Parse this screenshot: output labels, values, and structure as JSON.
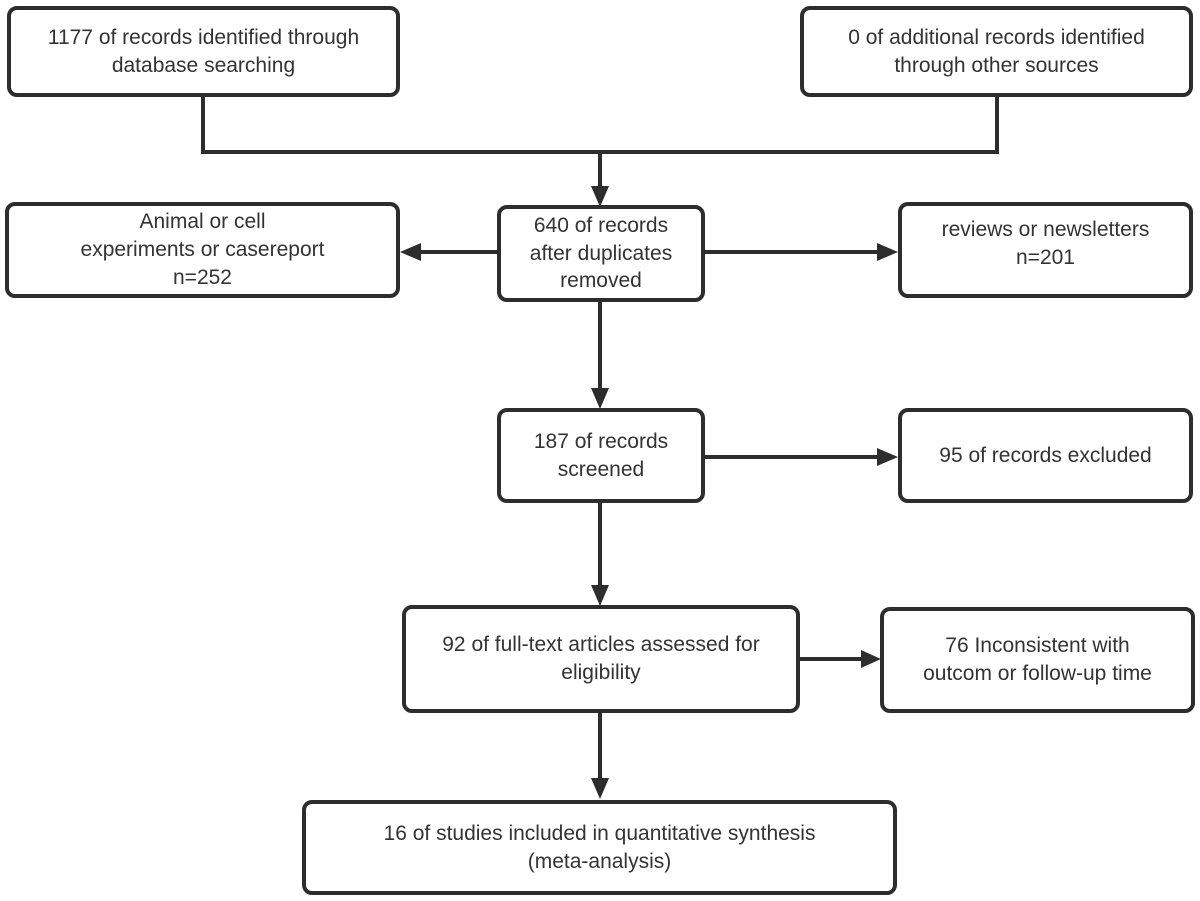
{
  "diagram": {
    "type": "flowchart",
    "description": "PRISMA-style flow diagram of study selection for a meta-analysis",
    "colors": {
      "stroke": "#2d2d2d",
      "text": "#333333",
      "background": "#ffffff"
    },
    "nodes": [
      {
        "id": "records-identified",
        "n": 1177,
        "label": "1177 of records identified through\ndatabase searching"
      },
      {
        "id": "additional-records",
        "n": 0,
        "label": "0 of additional records identified\nthrough other sources"
      },
      {
        "id": "animal-cell-excluded",
        "n": 252,
        "label": "Animal or cell\nexperiments or casereport\nn=252"
      },
      {
        "id": "duplicates-removed",
        "n": 640,
        "label": "640 of records\nafter duplicates\nremoved"
      },
      {
        "id": "reviews-newsletters-excluded",
        "n": 201,
        "label": "reviews or newsletters\nn=201"
      },
      {
        "id": "records-screened",
        "n": 187,
        "label": "187 of records\nscreened"
      },
      {
        "id": "records-excluded",
        "n": 95,
        "label": "95 of records excluded"
      },
      {
        "id": "fulltext-assessed",
        "n": 92,
        "label": "92 of full-text articles assessed for\neligibility"
      },
      {
        "id": "inconsistent-excluded",
        "n": 76,
        "label": "76 Inconsistent with\noutcom or follow-up time"
      },
      {
        "id": "studies-included",
        "n": 16,
        "label": "16 of studies included in quantitative synthesis\n(meta-analysis)"
      }
    ],
    "edges": [
      {
        "from": "records-identified",
        "to": "duplicates-removed"
      },
      {
        "from": "additional-records",
        "to": "duplicates-removed"
      },
      {
        "from": "duplicates-removed",
        "to": "animal-cell-excluded"
      },
      {
        "from": "duplicates-removed",
        "to": "reviews-newsletters-excluded"
      },
      {
        "from": "duplicates-removed",
        "to": "records-screened"
      },
      {
        "from": "records-screened",
        "to": "records-excluded"
      },
      {
        "from": "records-screened",
        "to": "fulltext-assessed"
      },
      {
        "from": "fulltext-assessed",
        "to": "inconsistent-excluded"
      },
      {
        "from": "fulltext-assessed",
        "to": "studies-included"
      }
    ]
  }
}
